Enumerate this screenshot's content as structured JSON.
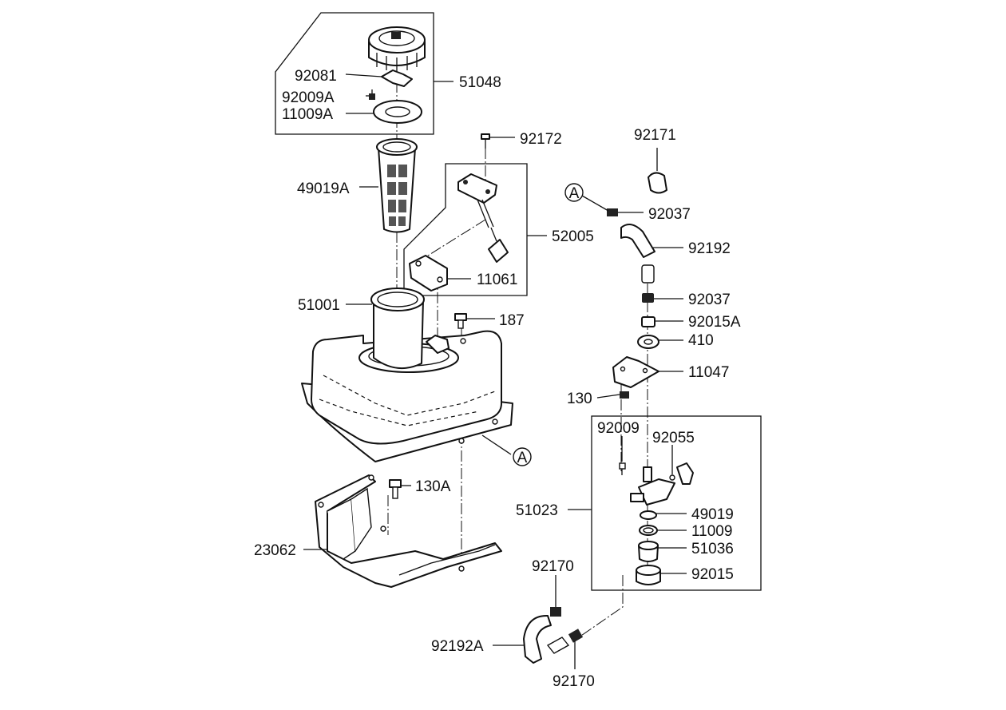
{
  "labels": {
    "cap_assembly": "51048",
    "cap_plate": "92081",
    "cap_screw": "92009A",
    "cap_gasket": "11009A",
    "strainer": "49019A",
    "tank": "51001",
    "gauge_screw": "92172",
    "gauge_assembly": "52005",
    "gauge_gasket": "11061",
    "tank_bolt": "187",
    "tank_ref": "A",
    "skid_bolt": "130A",
    "skid_plate": "23062",
    "clamp_top": "92171",
    "ref_a": "A",
    "clamp_a": "92037",
    "hose_top": "92192",
    "nut_b": "92037",
    "washer_a": "92015A",
    "washer_410": "410",
    "bracket": "11047",
    "bracket_bolt": "130",
    "cock_screw": "92009",
    "cock_pin": "92055",
    "cock_assembly": "51023",
    "cock_filter": "49019",
    "cock_oring": "11009",
    "cock_cup": "51036",
    "cock_ring": "92015",
    "clamp_b": "92170",
    "hose_bottom": "92192A",
    "clamp_c": "92170"
  }
}
